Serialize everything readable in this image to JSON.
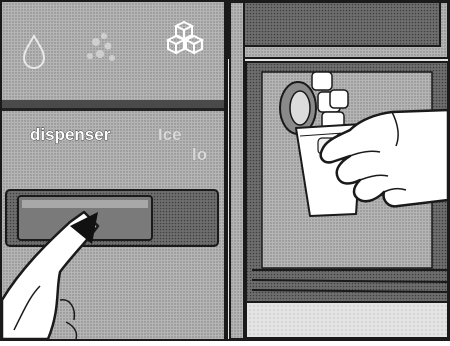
{
  "left_panel": {
    "icons": [
      {
        "name": "water-drop-icon"
      },
      {
        "name": "crushed-ice-icon"
      },
      {
        "name": "ice-cubes-icon"
      }
    ],
    "dispenser_label": "dispenser",
    "second_label_line1": "Ice",
    "second_label_line2": "lo",
    "hand_icon": "pressing-finger-icon"
  },
  "right_panel": {
    "scene": "ice-dispensing-into-glass",
    "icons": [
      {
        "name": "ice-chute-icon"
      },
      {
        "name": "glass-icon"
      },
      {
        "name": "hand-holding-glass-icon"
      }
    ]
  },
  "colors": {
    "outline": "#1a1a1a",
    "panel_gray": "#9a9a9a",
    "dark_gray": "#5a5a5a",
    "light_gray": "#d4d4d4",
    "background": "#ffffff"
  }
}
